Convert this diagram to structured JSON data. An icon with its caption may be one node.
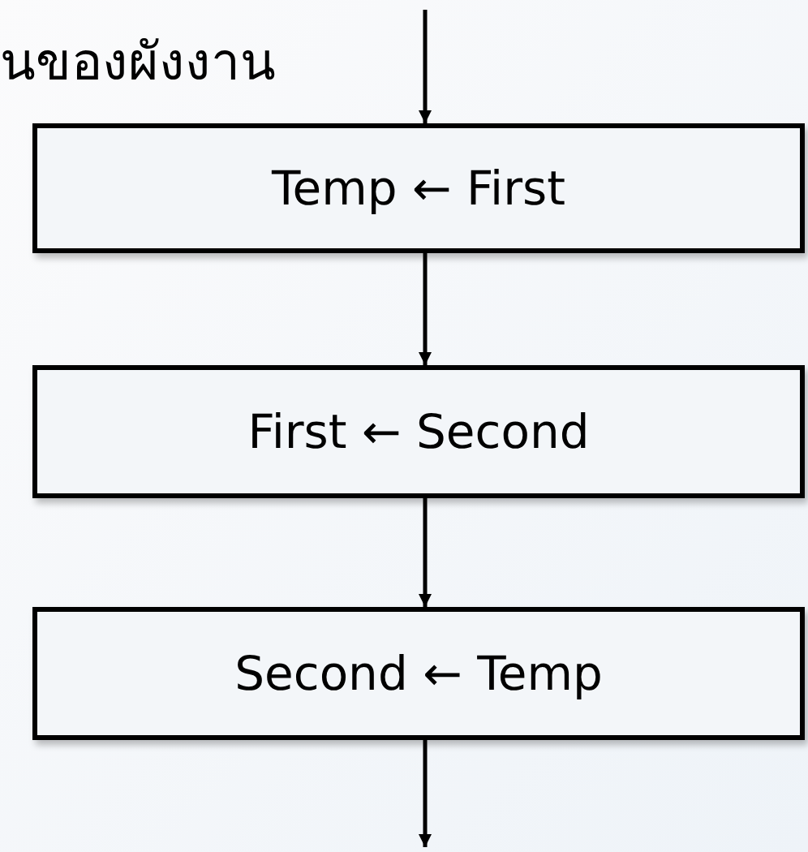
{
  "diagram": {
    "nodes": [
      {
        "text": [
          "Temp ← First"
        ]
      },
      {
        "text": [
          "First ← Second"
        ]
      },
      {
        "text": [
          "Second ← Temp"
        ]
      }
    ],
    "edges": [
      {
        "from": null,
        "to": 0,
        "arrow": "to"
      },
      {
        "from": 0,
        "to": 1,
        "arrow": "to"
      },
      {
        "from": 1,
        "to": 2,
        "arrow": "to"
      },
      {
        "from": 2,
        "to": null,
        "arrow": "to"
      }
    ],
    "labels": [
      "นของผังงาน"
    ]
  }
}
